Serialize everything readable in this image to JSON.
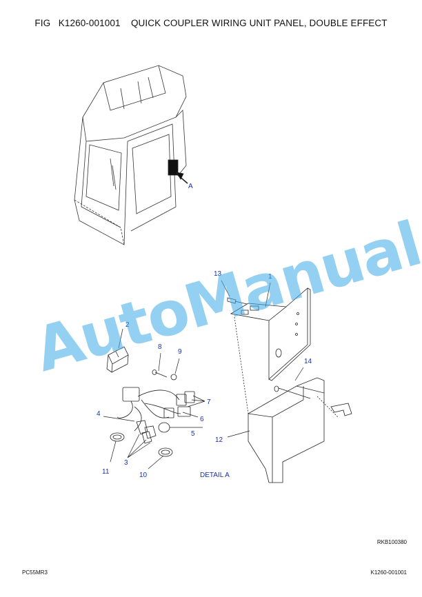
{
  "title": {
    "fig": "FIG",
    "code": "K1260-001001",
    "name": "QUICK COUPLER WIRING UNIT PANEL, DOUBLE EFFECT"
  },
  "view_label_a": "A",
  "detail_label": "DETAIL A",
  "callouts": [
    "1",
    "2",
    "3",
    "4",
    "5",
    "6",
    "7",
    "8",
    "9",
    "10",
    "11",
    "12",
    "13",
    "14"
  ],
  "reference_code": "RKB100380",
  "footer": {
    "model": "PC55MR3",
    "page_code": "K1260-001001"
  },
  "watermark": "AutoManual",
  "colors": {
    "callout": "#1a2fb0",
    "watermark": "#3caae6",
    "line": "#222222"
  }
}
